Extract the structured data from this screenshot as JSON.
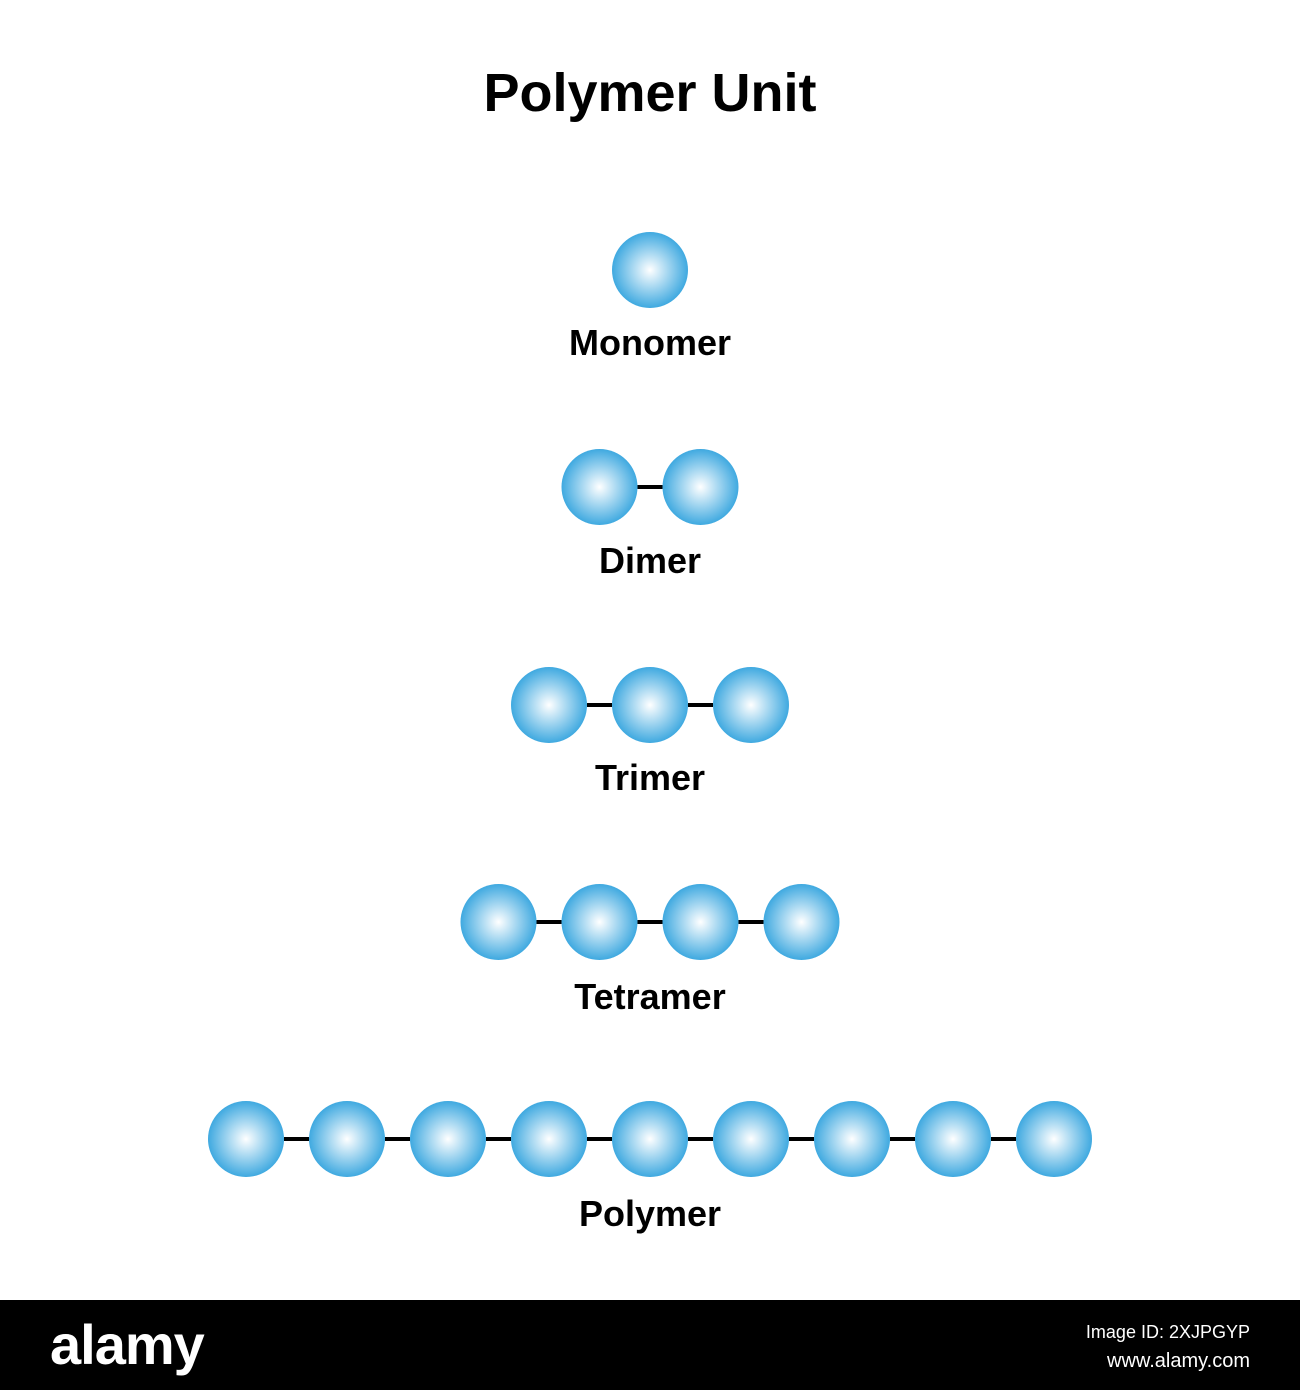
{
  "title": "Polymer Unit",
  "colors": {
    "sphere_edge": "#3fa9e0",
    "sphere_center": "#ffffff",
    "bond": "#000000",
    "footer_bg": "#000000"
  },
  "rows": [
    {
      "label": "Monomer",
      "units": 1
    },
    {
      "label": "Dimer",
      "units": 2
    },
    {
      "label": "Trimer",
      "units": 3
    },
    {
      "label": "Tetramer",
      "units": 4
    },
    {
      "label": "Polymer",
      "units": 9
    }
  ],
  "footer": {
    "logo": "alamy",
    "image_id": "Image ID: 2XJPGYP",
    "url": "www.alamy.com"
  }
}
